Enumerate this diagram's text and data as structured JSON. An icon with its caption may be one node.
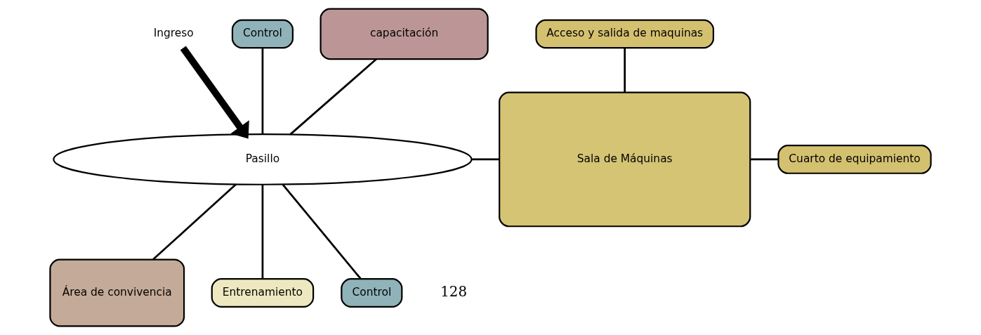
{
  "diagram": {
    "nodes": [
      {
        "text": [
          "Ingreso"
        ]
      },
      {
        "text": [
          "Control"
        ]
      },
      {
        "text": [
          "capacitación"
        ]
      },
      {
        "text": [
          "Acceso y salida de maquinas"
        ]
      },
      {
        "text": [
          "Pasillo"
        ]
      },
      {
        "text": [
          "Sala de Máquinas"
        ]
      },
      {
        "text": [
          "Cuarto de equipamiento"
        ]
      },
      {
        "text": [
          "Área de convivencia"
        ]
      },
      {
        "text": [
          "Entrenamiento"
        ]
      },
      {
        "text": [
          "Control"
        ]
      }
    ],
    "edges": [
      {
        "from": 0,
        "to": 4,
        "arrow": "to",
        "style": "thick"
      },
      {
        "from": 1,
        "to": 4,
        "arrow": "none"
      },
      {
        "from": 2,
        "to": 4,
        "arrow": "none"
      },
      {
        "from": 4,
        "to": 5,
        "arrow": "none"
      },
      {
        "from": 3,
        "to": 5,
        "arrow": "none"
      },
      {
        "from": 5,
        "to": 6,
        "arrow": "none"
      },
      {
        "from": 4,
        "to": 7,
        "arrow": "none"
      },
      {
        "from": 4,
        "to": 8,
        "arrow": "none"
      },
      {
        "from": 4,
        "to": 9,
        "arrow": "none"
      }
    ],
    "labels": [
      "128"
    ]
  }
}
